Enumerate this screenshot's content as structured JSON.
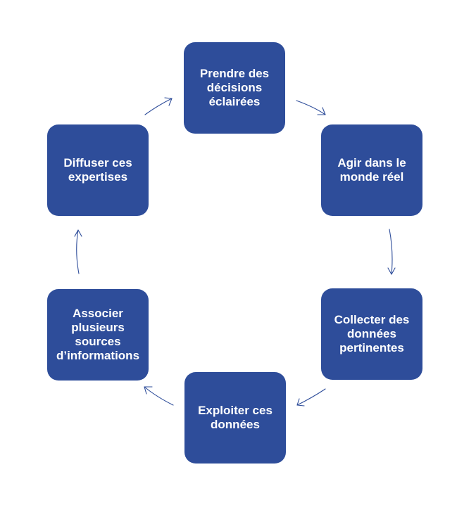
{
  "diagram": {
    "accent_color": "#2e4d9a",
    "nodes": [
      {
        "id": "n1",
        "label": "Prendre des\ndécisions\néclairées"
      },
      {
        "id": "n2",
        "label": "Agir dans le\nmonde réel"
      },
      {
        "id": "n3",
        "label": "Collecter des\ndonnées\npertinentes"
      },
      {
        "id": "n4",
        "label": "Exploiter ces\ndonnées"
      },
      {
        "id": "n5",
        "label": "Associer\nplusieurs\nsources\nd’informations"
      },
      {
        "id": "n6",
        "label": "Diffuser ces\nexpertises"
      }
    ],
    "edges": [
      {
        "from": "n1",
        "to": "n2"
      },
      {
        "from": "n2",
        "to": "n3"
      },
      {
        "from": "n3",
        "to": "n4"
      },
      {
        "from": "n4",
        "to": "n5"
      },
      {
        "from": "n5",
        "to": "n6"
      },
      {
        "from": "n6",
        "to": "n1"
      }
    ]
  }
}
